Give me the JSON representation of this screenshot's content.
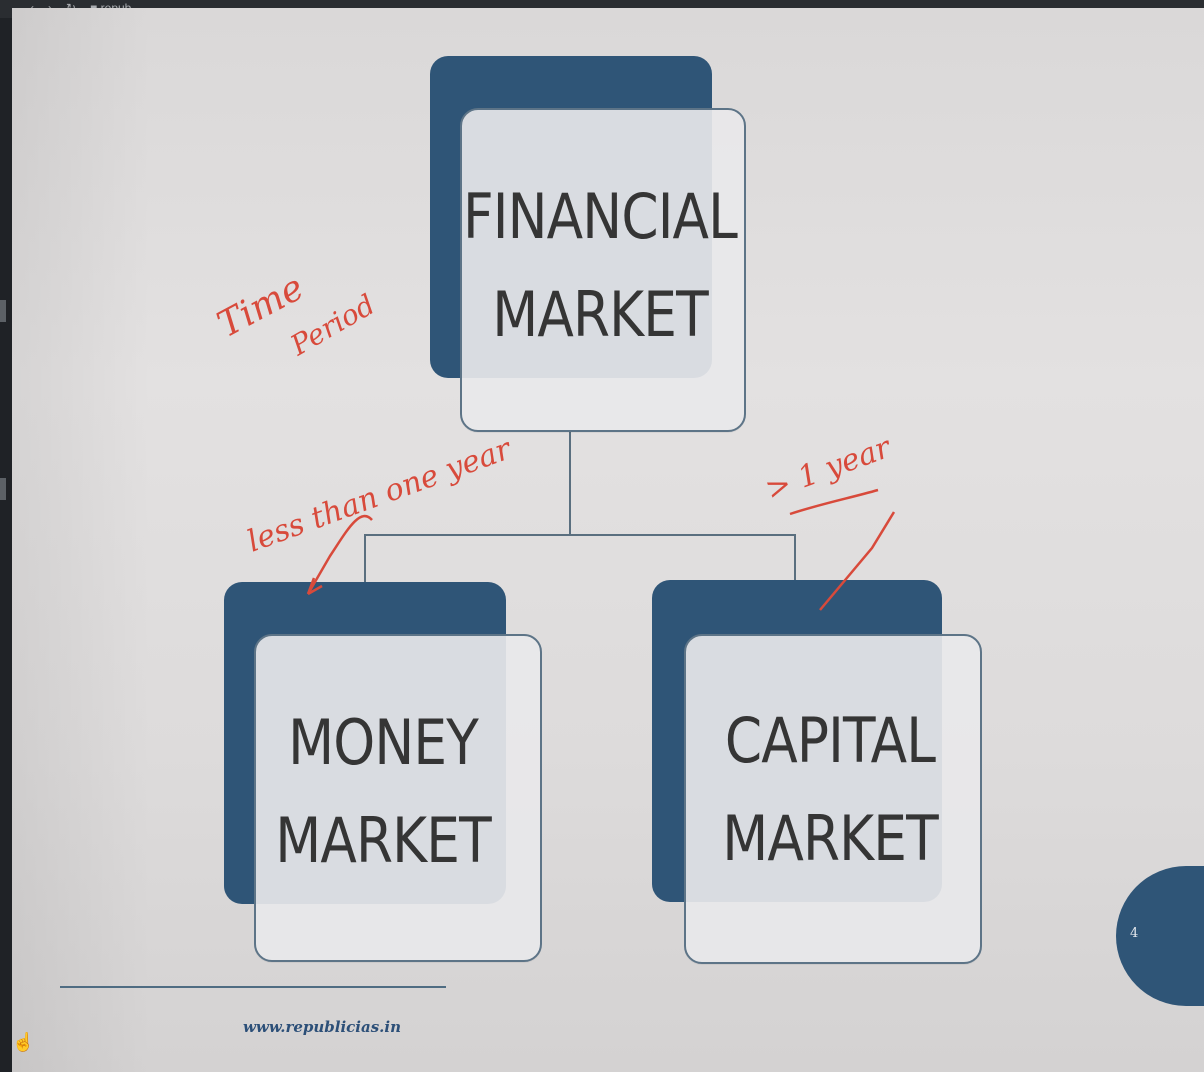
{
  "browser": {
    "nav": [
      "‹",
      "›",
      "↻",
      "■ repub..."
    ]
  },
  "diagram": {
    "root": {
      "line1": "FINANCIAL",
      "line2": "MARKET"
    },
    "left": {
      "line1": "MONEY",
      "line2": "MARKET"
    },
    "right": {
      "line1": "CAPITAL",
      "line2": "MARKET"
    }
  },
  "annotations": {
    "time1": "Time",
    "time2": "Period",
    "less_than_year": "less than one year",
    "gt_year": "> 1 year"
  },
  "footer": {
    "url": "www.republicias.in",
    "page_number": "4"
  },
  "colors": {
    "box_back": "#2f5577",
    "box_front": "#e8e8ea",
    "ink": "#d84a3b",
    "url": "#2c4f78"
  },
  "icons": [
    "hand-pointer-icon"
  ]
}
